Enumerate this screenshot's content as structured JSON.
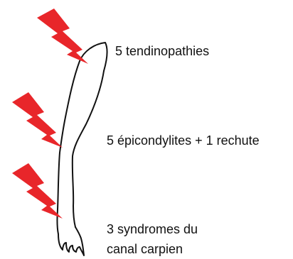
{
  "annotations": {
    "shoulder": "5 tendinopathies",
    "elbow": "5 épicondylites + 1 rechute",
    "wrist_line1": "3 syndromes du",
    "wrist_line2": "canal carpien"
  },
  "colors": {
    "lightning": "#e8262a",
    "outline": "#111111",
    "text": "#111111"
  },
  "icons": [
    "lightning-bolt-icon",
    "arm-outline"
  ]
}
